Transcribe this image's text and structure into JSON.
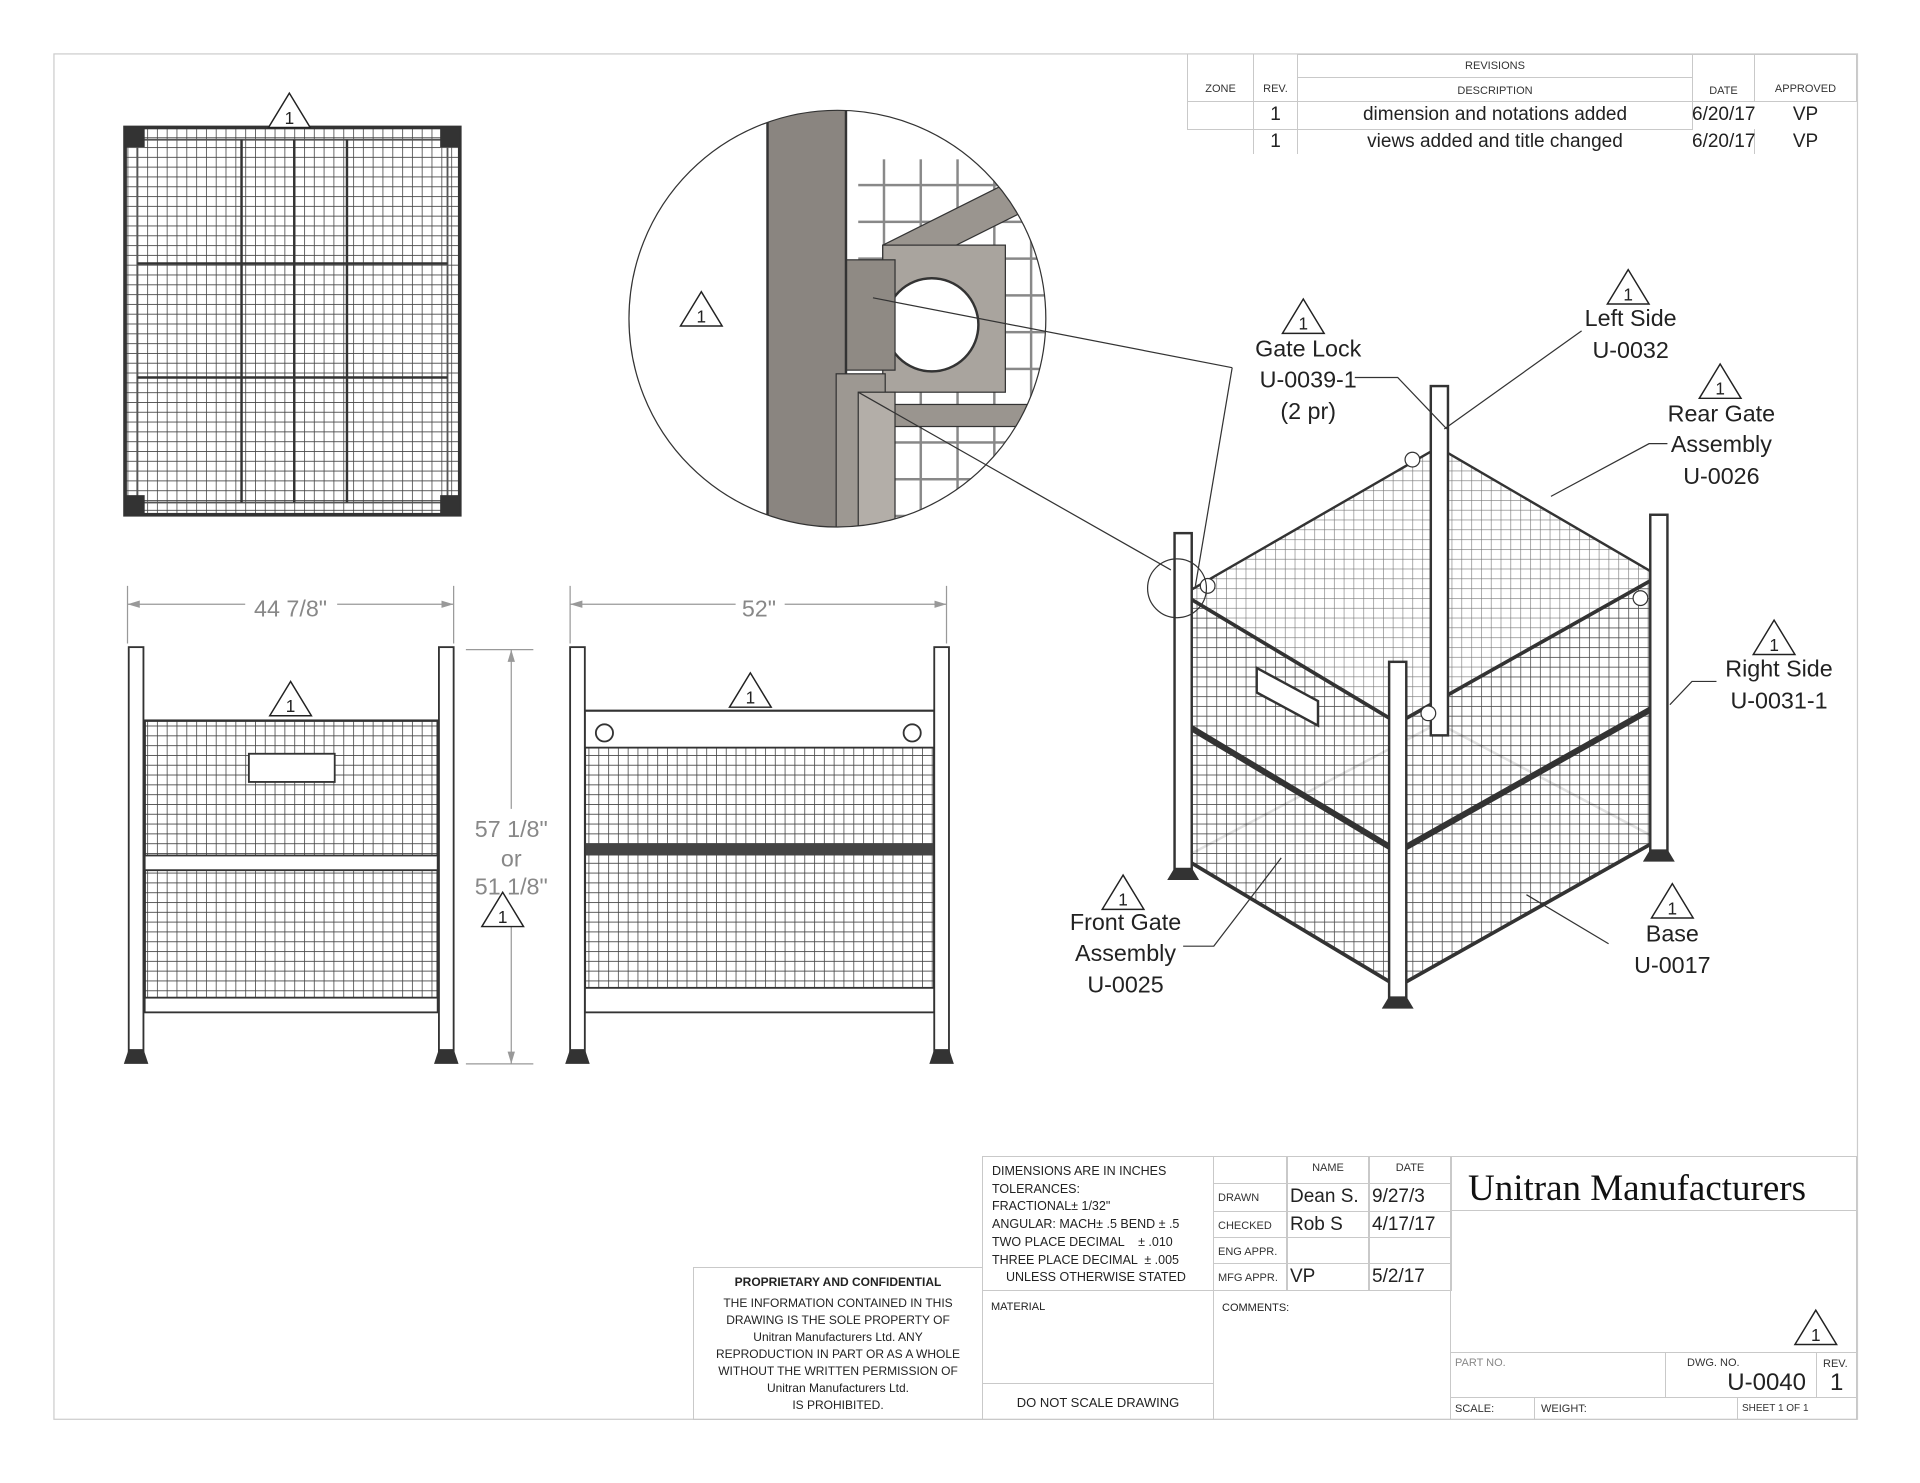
{
  "revision_marker": "1",
  "revisions": {
    "title": "REVISIONS",
    "headers": {
      "zone": "ZONE",
      "rev": "REV.",
      "description": "DESCRIPTION",
      "date": "DATE",
      "approved": "APPROVED"
    },
    "rows": [
      {
        "zone": "",
        "rev": "1",
        "description": "dimension and notations added",
        "date": "6/20/17",
        "approved": "VP"
      },
      {
        "zone": "",
        "rev": "1",
        "description": "views added and title changed",
        "date": "6/20/17",
        "approved": "VP"
      }
    ]
  },
  "dimensions": {
    "width": "44 7/8\"",
    "depth": "52\"",
    "height_1": "57 1/8\"",
    "height_or": "or",
    "height_2": "51 1/8\""
  },
  "callouts": {
    "gate_lock": {
      "name": "Gate Lock",
      "part": "U-0039-1",
      "qty": "(2 pr)"
    },
    "left_side": {
      "name": "Left Side",
      "part": "U-0032"
    },
    "rear_gate": {
      "name": "Rear Gate",
      "name2": "Assembly",
      "part": "U-0026"
    },
    "right_side": {
      "name": "Right Side",
      "part": "U-0031-1"
    },
    "front_gate": {
      "name": "Front Gate",
      "name2": "Assembly",
      "part": "U-0025"
    },
    "base": {
      "name": "Base",
      "part": "U-0017"
    }
  },
  "title_block": {
    "tolerances": [
      "DIMENSIONS ARE IN INCHES",
      "TOLERANCES:",
      "FRACTIONAL± 1/32\"",
      "ANGULAR: MACH± .5 BEND ± .5",
      "TWO PLACE DECIMAL    ± .010",
      "THREE PLACE DECIMAL  ± .005",
      "UNLESS OTHERWISE STATED"
    ],
    "material_label": "MATERIAL",
    "do_not_scale": "DO  NOT  SCALE  DRAWING",
    "name_header": "NAME",
    "date_header": "DATE",
    "signoffs": [
      {
        "role": "DRAWN",
        "name": "Dean S.",
        "date": "9/27/3"
      },
      {
        "role": "CHECKED",
        "name": "Rob S",
        "date": "4/17/17"
      },
      {
        "role": "ENG APPR.",
        "name": "",
        "date": ""
      },
      {
        "role": "MFG APPR.",
        "name": "VP",
        "date": "5/2/17"
      }
    ],
    "comments_label": "COMMENTS:",
    "company": "Unitran Manufacturers",
    "part_no_label": "PART NO.",
    "dwg_no_label": "DWG. NO.",
    "dwg_no": "U-0040",
    "rev_label": "REV.",
    "rev": "1",
    "scale_label": "SCALE:",
    "weight_label": "WEIGHT:",
    "sheet": "SHEET 1 OF 1",
    "proprietary_title": "PROPRIETARY AND CONFIDENTIAL",
    "proprietary_lines": [
      "THE INFORMATION CONTAINED IN THIS",
      "DRAWING IS THE SOLE PROPERTY OF",
      "Unitran Manufacturers Ltd.  ANY",
      "REPRODUCTION IN PART OR AS A WHOLE",
      "WITHOUT THE WRITTEN PERMISSION OF",
      "Unitran Manufacturers Ltd.",
      "IS PROHIBITED."
    ]
  },
  "colors": {
    "line": "#555555",
    "border": "#c9c9c9",
    "steel": "#8a8580"
  }
}
